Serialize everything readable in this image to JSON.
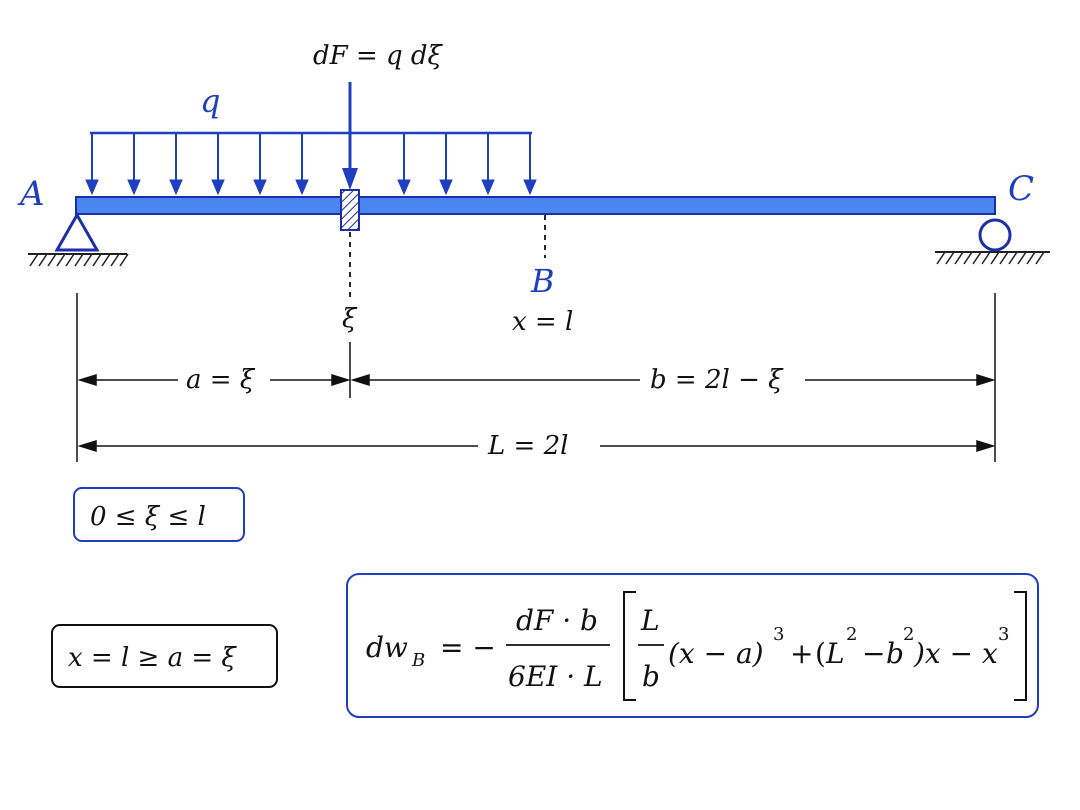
{
  "colors": {
    "beam_fill": "#4a86f0",
    "beam_stroke": "#1a2fa8",
    "load": "#1f3fbf",
    "ink": "#111111",
    "box_blue": "#1f3fbf"
  },
  "labels": {
    "point_a": "A",
    "point_c": "C",
    "point_b": "B",
    "q": "q",
    "point_force": "dF = q dξ",
    "xi": "ξ",
    "x_at_b": "x = l"
  },
  "dimensions": {
    "a": "a = ξ",
    "b": "b = 2l − ξ",
    "L": "L = 2l"
  },
  "constraint_box": "0 ≤ ξ ≤ l",
  "condition_box": "x = l ≥ a = ξ",
  "formula": {
    "lhs_main": "dw",
    "lhs_sub": "B",
    "equals_minus": "= −",
    "frac_num": "dF · b",
    "frac_den": "6EI · L",
    "inner_num": "L",
    "inner_den": "b",
    "term1": "(x − a)",
    "exp3": "3",
    "plus": "+",
    "open_paren": "(",
    "L_sym": "L",
    "exp2": "2",
    "minus": "−",
    "b_sym": "b",
    "tail": ")x − x"
  }
}
